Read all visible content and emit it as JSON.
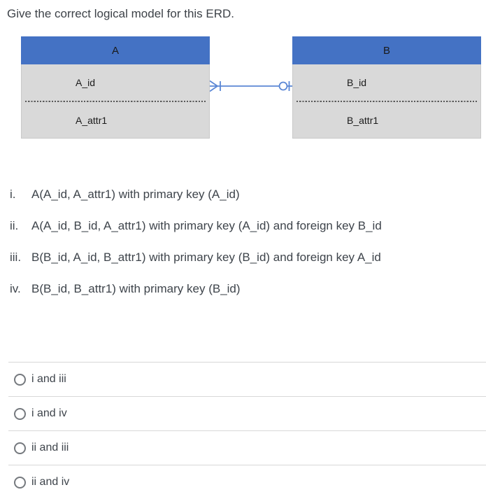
{
  "question": {
    "title": "Give the correct logical model for this ERD."
  },
  "erd": {
    "entities": [
      {
        "name": "A",
        "key": "A_id",
        "attr": "A_attr1"
      },
      {
        "name": "B",
        "key": "B_id",
        "attr": "B_attr1"
      }
    ],
    "connector": {
      "a_end": "one-or-many (crow's foot with bar)",
      "b_end": "zero-or-one (circle with bar)"
    },
    "colors": {
      "header_blue": "#4472c4",
      "body_gray": "#d9d9d9",
      "line_blue": "#5b87d5"
    }
  },
  "models": [
    {
      "num": "i.",
      "text": "A(A_id, A_attr1) with primary key (A_id)"
    },
    {
      "num": "ii.",
      "text": "A(A_id, B_id, A_attr1) with primary key (A_id) and foreign key B_id"
    },
    {
      "num": "iii.",
      "text": "B(B_id, A_id, B_attr1) with primary key (B_id) and foreign key A_id"
    },
    {
      "num": "iv.",
      "text": "B(B_id, B_attr1) with primary key (B_id)"
    }
  ],
  "choices": [
    {
      "label": "i and iii",
      "selected": false
    },
    {
      "label": "i and iv",
      "selected": false
    },
    {
      "label": "ii and iii",
      "selected": false
    },
    {
      "label": "ii and iv",
      "selected": false
    }
  ]
}
